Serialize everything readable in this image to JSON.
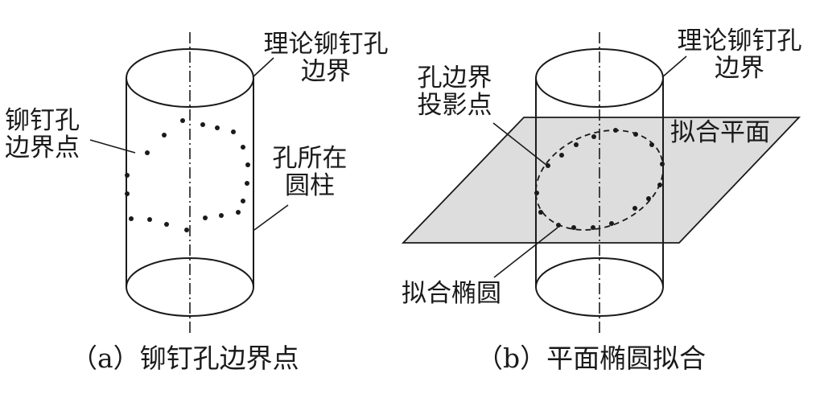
{
  "panel_a": {
    "label_theory_boundary": [
      "理论铆钉孔",
      "边界"
    ],
    "label_boundary_points": [
      "铆钉孔",
      "边界点"
    ],
    "label_hole_cylinder": [
      "孔所在",
      "圆柱"
    ],
    "caption": "（a）铆钉孔边界点"
  },
  "panel_b": {
    "label_theory_boundary": [
      "理论铆钉孔",
      "边界"
    ],
    "label_projection_points": [
      "孔边界",
      "投影点"
    ],
    "label_fit_plane": "拟合平面",
    "label_fit_ellipse": "拟合椭圆",
    "caption": "（b）平面椭圆拟合"
  },
  "colors": {
    "stroke": "#1a1a1a",
    "plane_fill": "#dddddd"
  }
}
